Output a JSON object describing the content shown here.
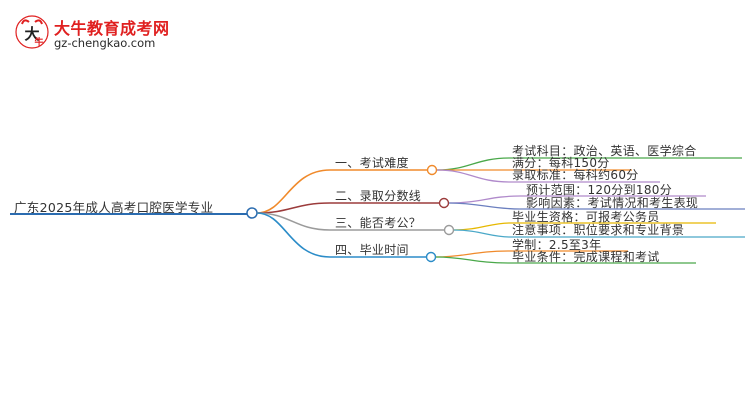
{
  "logo": {
    "title": "大牛教育成考网",
    "url": "gz-chengkao.com",
    "icon": "bull-head-icon",
    "brand_color": "#e02020"
  },
  "root": {
    "label": "广东2025年成人高考口腔医学专业",
    "color": "#2b6cb0"
  },
  "branches": [
    {
      "label": "一、考试难度",
      "color": "#f08a2b",
      "leaves": [
        "考试科目：政治、英语、医学综合",
        "满分：每科150分",
        "录取标准：每科约60分"
      ]
    },
    {
      "label": "二、录取分数线",
      "color": "#9b3b3b",
      "leaves": [
        "预计范围：120分到180分",
        "影响因素：考试情况和考生表现"
      ]
    },
    {
      "label": "三、能否考公？",
      "color": "#e6b800",
      "leaves": [
        "毕业生资格：可报考公务员",
        "注意事项：职位要求和专业背景"
      ]
    },
    {
      "label": "四、毕业时间",
      "color": "#4aa84a",
      "leaves": [
        "学制：2.5至3年",
        "毕业条件：完成课程和考试"
      ]
    }
  ],
  "leaf_colors": {
    "0": [
      "#4aa84a",
      "#f08a2b",
      "#b08acb"
    ],
    "1": [
      "#b08acb",
      "#6b7fbf"
    ],
    "2": [
      "#e6b800",
      "#4aa8c8"
    ],
    "3": [
      "#f08a2b",
      "#4aa84a"
    ]
  },
  "branch_line_colors": [
    "#f08a2b",
    "#9b3b3b",
    "#9b9b9b",
    "#2b8cc8"
  ]
}
